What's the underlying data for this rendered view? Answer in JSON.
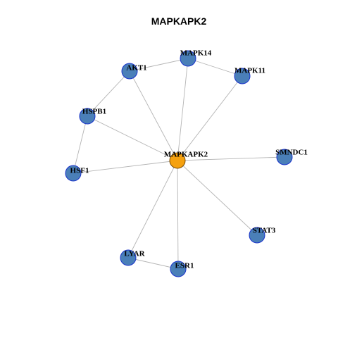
{
  "title": "MAPKAPK2",
  "colors": {
    "center_fill": "#f5a10f",
    "center_stroke": "#7a4a00",
    "node_fill": "#4a7fb8",
    "node_stroke": "#1a33cc",
    "edge": "#b4b4b4"
  },
  "network": {
    "nodes": [
      {
        "id": "MAPKAPK2",
        "label": "MAPKAPK2",
        "center": true
      },
      {
        "id": "MAPK14",
        "label": "MAPK14"
      },
      {
        "id": "AKT1",
        "label": "AKT1"
      },
      {
        "id": "MAPK11",
        "label": "MAPK11"
      },
      {
        "id": "HSPB1",
        "label": "HSPB1"
      },
      {
        "id": "SMNDC1",
        "label": "SMNDC1"
      },
      {
        "id": "HSF1",
        "label": "HSF1"
      },
      {
        "id": "STAT3",
        "label": "STAT3"
      },
      {
        "id": "LYAR",
        "label": "LYAR"
      },
      {
        "id": "ESR1",
        "label": "ESR1"
      }
    ],
    "edges": [
      [
        "MAPKAPK2",
        "MAPK14"
      ],
      [
        "MAPKAPK2",
        "AKT1"
      ],
      [
        "MAPKAPK2",
        "MAPK11"
      ],
      [
        "MAPKAPK2",
        "HSPB1"
      ],
      [
        "MAPKAPK2",
        "SMNDC1"
      ],
      [
        "MAPKAPK2",
        "HSF1"
      ],
      [
        "MAPKAPK2",
        "STAT3"
      ],
      [
        "MAPKAPK2",
        "LYAR"
      ],
      [
        "MAPKAPK2",
        "ESR1"
      ],
      [
        "AKT1",
        "MAPK14"
      ],
      [
        "MAPK14",
        "MAPK11"
      ],
      [
        "AKT1",
        "HSPB1"
      ],
      [
        "HSPB1",
        "HSF1"
      ],
      [
        "LYAR",
        "ESR1"
      ]
    ]
  }
}
